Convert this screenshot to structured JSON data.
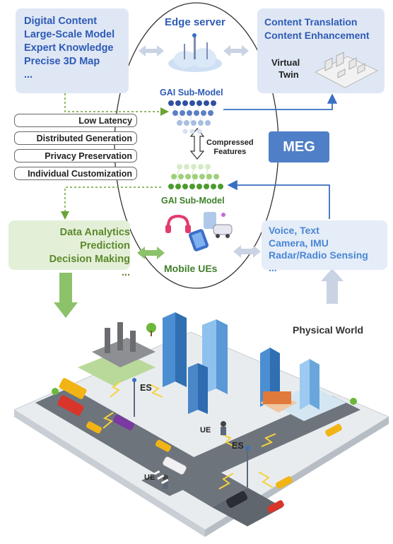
{
  "top_left_box": {
    "lines": [
      "Digital Content",
      "Large-Scale Model",
      "Expert Knowledge",
      "Precise 3D Map",
      "..."
    ]
  },
  "top_right_box": {
    "lines": [
      "Content Translation",
      "Content Enhancement"
    ],
    "virtual_twin": [
      "Virtual",
      "Twin"
    ]
  },
  "edge_server_label": "Edge server",
  "gai_top_label": "GAI Sub-Model",
  "gai_bottom_label": "GAI Sub-Model",
  "compressed_features": [
    "Compressed",
    "Features"
  ],
  "meg_label": "MEG",
  "features": [
    "Low Latency",
    "Distributed Generation",
    "Privacy Preservation",
    "Individual Customization"
  ],
  "left_green_box": {
    "lines": [
      "Data Analytics",
      "Prediction",
      "Decision Making",
      "..."
    ]
  },
  "mobile_ues_label": "Mobile UEs",
  "right_box": {
    "lines": [
      "Voice, Text",
      "Camera, IMU",
      "Radar/Radio Sensing",
      "..."
    ]
  },
  "physical_world_label": "Physical World",
  "city_labels": {
    "es_left": "ES",
    "es_right": "ES",
    "ue_top": "UE",
    "ue_bottom": "UE"
  },
  "colors": {
    "blue_text": "#2e5bb5",
    "green_text": "#5d8a2c",
    "green_gai": "#3f7f2b",
    "meg_fill": "#4f7fc6"
  }
}
